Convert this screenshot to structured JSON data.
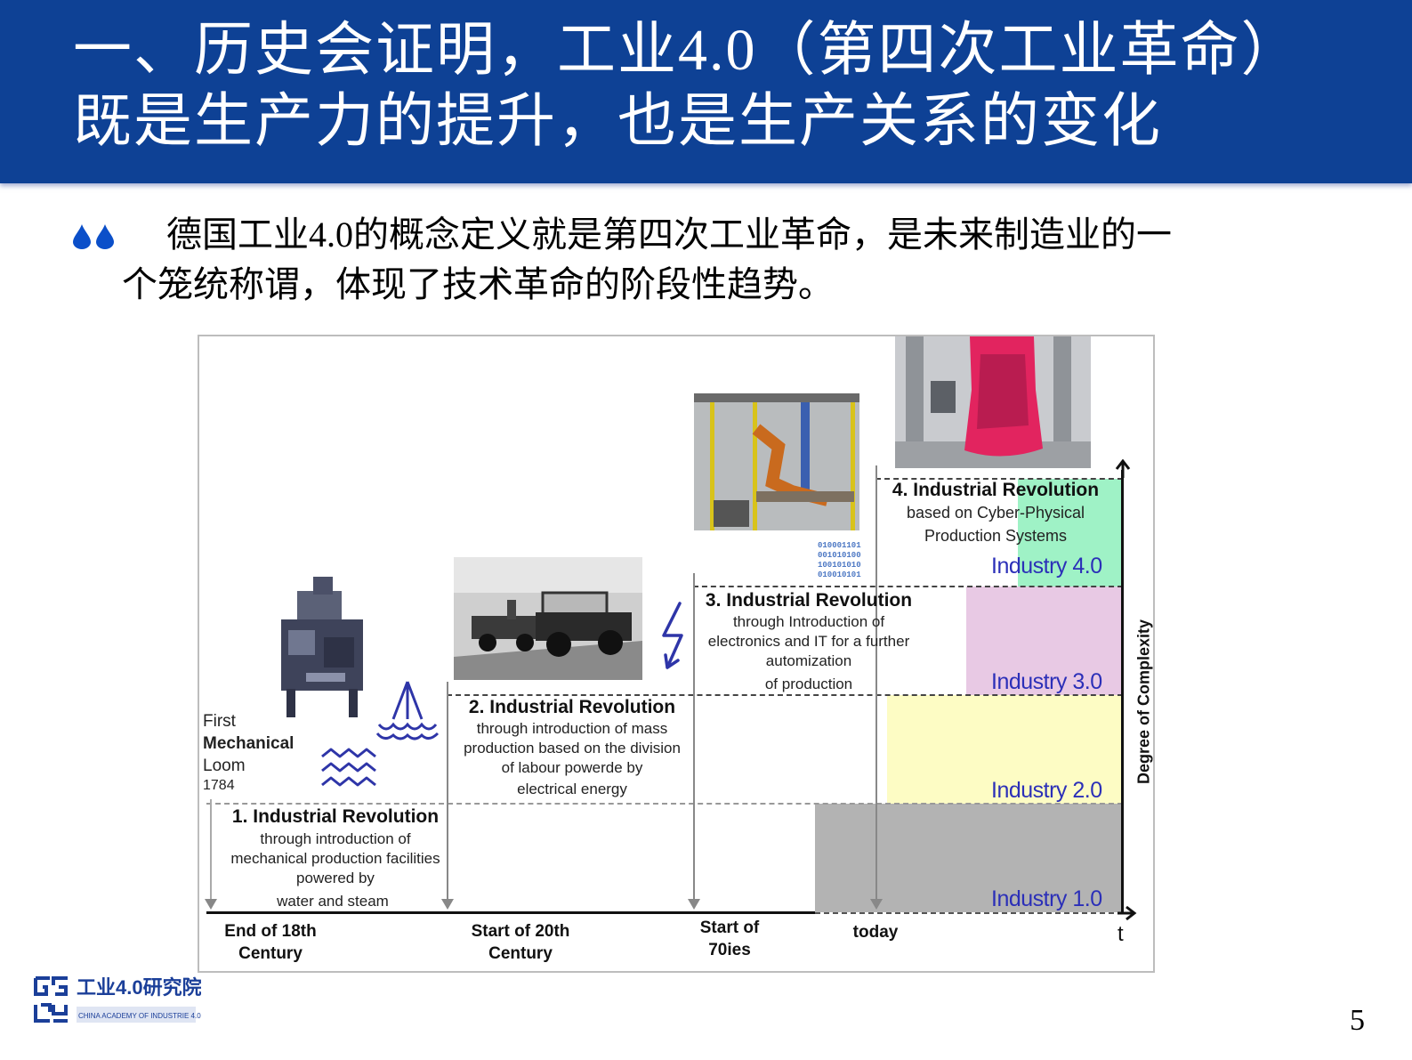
{
  "header": {
    "title_line1": "一、历史会证明，工业4.0（第四次工业革命）",
    "title_line2": "既是生产力的提升，也是生产关系的变化",
    "background_color": "#0e4195"
  },
  "body": {
    "bullet_icon": "water-drop-icon",
    "bullet_color": "#0b4fc9",
    "line1": "德国工业4.0的概念定义就是第四次工业革命，是未来制造业的一",
    "line2": "个笼统称谓，体现了技术革命的阶段性趋势。"
  },
  "figure": {
    "y_axis_label": "Degree of Complexity",
    "x_axis_label": "t",
    "first_loom": {
      "line1": "First",
      "line2": "Mechanical",
      "line3": "Loom",
      "year": "1784"
    },
    "timeline": [
      {
        "line1": "End of  18th",
        "line2": "Century"
      },
      {
        "line1": "Start of  20th",
        "line2": "Century"
      },
      {
        "line1": "Start of",
        "line2": "70ies"
      },
      {
        "line1": "today",
        "line2": ""
      }
    ],
    "revolutions": [
      {
        "title": "1. Industrial Revolution",
        "d1": "through introduction of",
        "d2": "mechanical production facilities",
        "d3": "powered by",
        "d4": "water and steam"
      },
      {
        "title": "2. Industrial Revolution",
        "d1": "through introduction of mass",
        "d2": "production based on the division",
        "d3": "of labour powerde by",
        "d4": "electrical energy"
      },
      {
        "title": "3. Industrial Revolution",
        "d1": "through Introduction of",
        "d2": "electronics and IT for a further",
        "d3": "automization",
        "d4": "of production"
      },
      {
        "title": "4. Industrial Revolution",
        "d1": "based on Cyber-Physical",
        "d2": "Production Systems",
        "d3": "",
        "d4": ""
      }
    ],
    "industry_levels": [
      {
        "label": "Industry 1.0",
        "color": "#b3b3b3"
      },
      {
        "label": "Industry 2.0",
        "color": "#fdfcc4"
      },
      {
        "label": "Industry 3.0",
        "color": "#e8c9e4"
      },
      {
        "label": "Industry 4.0",
        "color": "#9ff2c6"
      }
    ],
    "binary_text": [
      "010001101",
      "001010100",
      "100101010",
      "010010101"
    ],
    "images": [
      "mechanical-loom-photo",
      "assembly-line-cars-photo",
      "industrial-robot-cell-photo",
      "cyber-physical-pink-bag-photo"
    ],
    "icons": [
      "steam-icon",
      "water-waves-icon",
      "lightning-bolt-icon"
    ]
  },
  "footer": {
    "logo_cn": "工业4.0研究院",
    "logo_en": "CHINA ACADEMY OF INDUSTRIE 4.0",
    "page_number": "5"
  }
}
